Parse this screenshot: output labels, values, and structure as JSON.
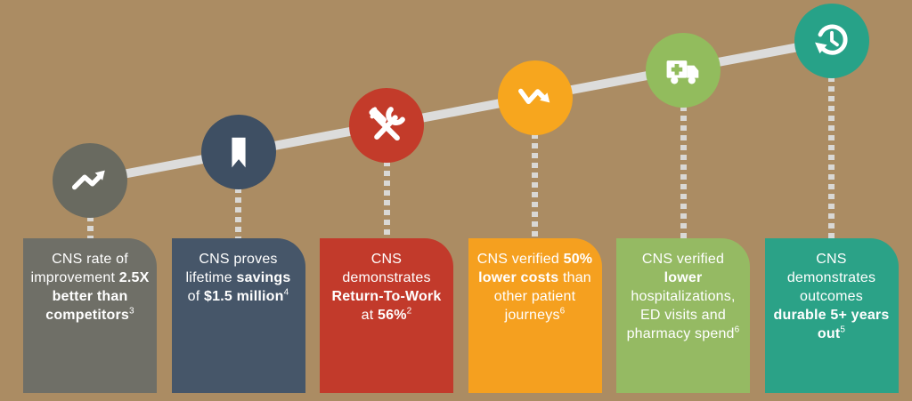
{
  "background_color": "#ab8c63",
  "line_color": "#dcdcdb",
  "connector_color": "#d9d8d5",
  "text_color": "#ffffff",
  "milestones": [
    {
      "name": "improvement-rate",
      "icon": "trend-up-icon",
      "circle_color": "#696a60",
      "card_color": "#6f6f67",
      "segments": [
        {
          "text": "CNS rate of improvement ",
          "bold": false
        },
        {
          "text": "2.5X better than competitors",
          "bold": true
        },
        {
          "text": "3",
          "sup": true
        }
      ]
    },
    {
      "name": "lifetime-savings",
      "icon": "bookmark-icon",
      "circle_color": "#3e4f63",
      "card_color": "#465669",
      "segments": [
        {
          "text": "CNS proves lifetime ",
          "bold": false
        },
        {
          "text": "savings",
          "bold": true
        },
        {
          "text": " of ",
          "bold": false
        },
        {
          "text": "$1.5 million",
          "bold": true
        },
        {
          "text": "4",
          "sup": true
        }
      ]
    },
    {
      "name": "return-to-work",
      "icon": "tools-icon",
      "circle_color": "#c33b2a",
      "card_color": "#c23a2b",
      "segments": [
        {
          "text": "CNS demonstrates ",
          "bold": false
        },
        {
          "text": "Return-To-Work",
          "bold": true
        },
        {
          "text": " at ",
          "bold": false
        },
        {
          "text": "56%",
          "bold": true
        },
        {
          "text": "2",
          "sup": true
        }
      ]
    },
    {
      "name": "lower-costs",
      "icon": "trend-down-icon",
      "circle_color": "#f7a61e",
      "card_color": "#f5a01f",
      "segments": [
        {
          "text": "CNS verified ",
          "bold": false
        },
        {
          "text": "50% lower costs",
          "bold": true
        },
        {
          "text": " than other patient journeys",
          "bold": false
        },
        {
          "text": "6",
          "sup": true
        }
      ]
    },
    {
      "name": "lower-utilization",
      "icon": "ambulance-icon",
      "circle_color": "#92bc5d",
      "card_color": "#95ba63",
      "segments": [
        {
          "text": "CNS verified ",
          "bold": false
        },
        {
          "text": "lower",
          "bold": true
        },
        {
          "text": " hospitalizations, ED visits and pharmacy spend",
          "bold": false
        },
        {
          "text": "6",
          "sup": true
        }
      ]
    },
    {
      "name": "durable-outcomes",
      "icon": "history-clock-icon",
      "circle_color": "#27a288",
      "card_color": "#2ba287",
      "segments": [
        {
          "text": "CNS demonstrates outcomes ",
          "bold": false
        },
        {
          "text": "durable 5+ years out",
          "bold": true
        },
        {
          "text": "5",
          "sup": true
        }
      ]
    }
  ]
}
